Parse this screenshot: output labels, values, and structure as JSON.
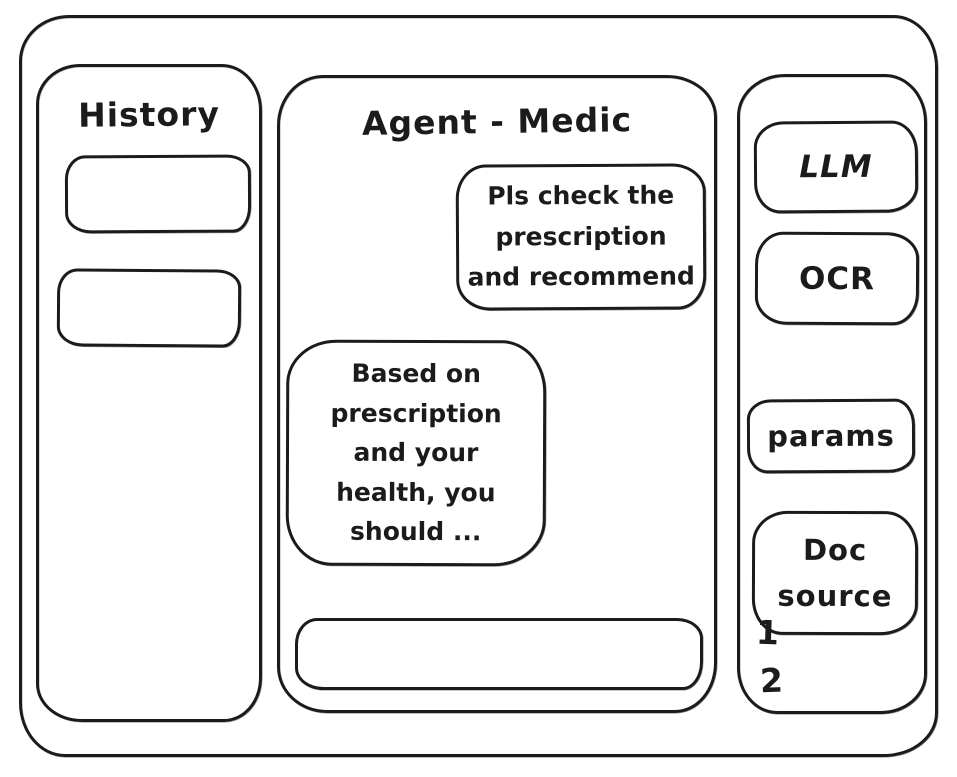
{
  "colors": {
    "ink": "#1b1b1b",
    "background": "#ffffff"
  },
  "sidebar_left": {
    "title": "History",
    "items": [
      {
        "label": ""
      },
      {
        "label": ""
      }
    ]
  },
  "chat": {
    "title": "Agent - Medic",
    "messages": [
      {
        "role": "user",
        "text": "Pls check the\nprescription\nand recommend"
      },
      {
        "role": "assistant",
        "text": "Based on\nprescription\nand your\nhealth, you\nshould ..."
      }
    ],
    "input": {
      "value": "",
      "placeholder": ""
    }
  },
  "sidebar_right": {
    "buttons": [
      {
        "label": "LLM"
      },
      {
        "label": "OCR"
      },
      {
        "label": "params"
      },
      {
        "label": "Doc\nsource"
      }
    ],
    "doc_list": [
      {
        "label": "1"
      },
      {
        "label": "2"
      }
    ]
  }
}
